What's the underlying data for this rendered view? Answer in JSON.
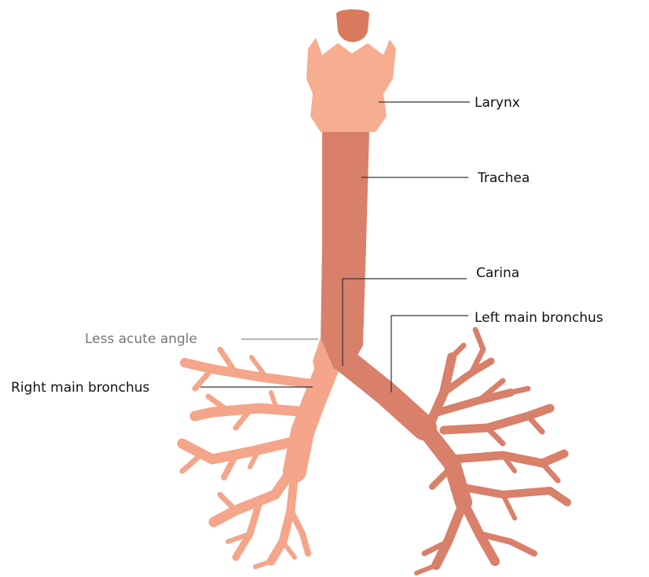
{
  "colors": {
    "larynx": "#f6ad90",
    "larynx_top": "#d97a5e",
    "trachea": "#d8806a",
    "right_bronchus": "#f4a58a",
    "left_bronchus": "#d8806a",
    "label_dark": "#111111",
    "label_gray": "#777777"
  },
  "labels": {
    "larynx": "Larynx",
    "trachea": "Trachea",
    "carina": "Carina",
    "left_main_bronchus": "Left main bronchus",
    "less_acute_angle": "Less acute angle",
    "right_main_bronchus": "Right main bronchus"
  }
}
